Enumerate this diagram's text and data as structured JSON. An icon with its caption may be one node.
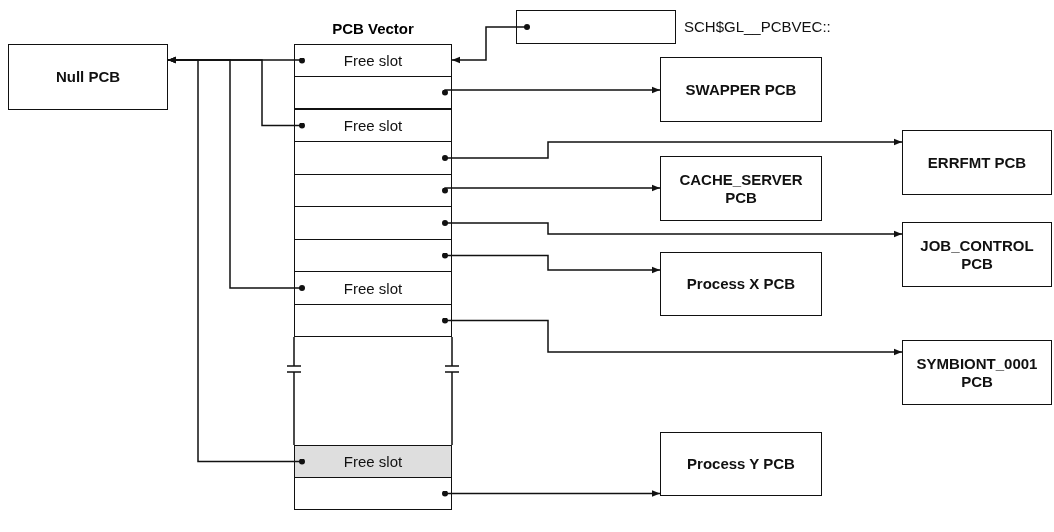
{
  "diagram": {
    "nodes": [
      {
        "text": [
          "Null PCB"
        ]
      },
      {
        "text": [
          "PCB Vector"
        ]
      },
      {
        "text": [
          "Free slot"
        ],
        "in": 1
      },
      {
        "text": [],
        "shape": "box",
        "in": 1
      },
      {
        "text": [
          "Free slot"
        ],
        "in": 1
      },
      {
        "text": [],
        "shape": "box",
        "in": 1
      },
      {
        "text": [],
        "shape": "box",
        "in": 1
      },
      {
        "text": [],
        "shape": "box",
        "in": 1
      },
      {
        "text": [],
        "shape": "box",
        "in": 1
      },
      {
        "text": [
          "Free slot"
        ],
        "in": 1
      },
      {
        "text": [],
        "shape": "box",
        "in": 1
      },
      {
        "text": [
          "Free slot"
        ],
        "in": 1
      },
      {
        "text": [],
        "shape": "box",
        "in": 1
      },
      {
        "text": [],
        "shape": "box",
        "beside": [
          "SCH$GL__PCBVEC::"
        ]
      },
      {
        "text": [
          "SWAPPER PCB"
        ]
      },
      {
        "text": [
          "ERRFMT PCB"
        ]
      },
      {
        "text": [
          "CACHE_SERVER PCB"
        ]
      },
      {
        "text": [
          "JOB_CONTROL PCB"
        ]
      },
      {
        "text": [
          "Process X PCB"
        ]
      },
      {
        "text": [
          "SYMBIONT_0001 PCB"
        ]
      },
      {
        "text": [
          "Process Y PCB"
        ]
      }
    ],
    "edges": [
      {
        "from": 13,
        "to": 2,
        "arrow": "to"
      },
      {
        "from": 2,
        "to": 0,
        "arrow": "to"
      },
      {
        "from": 4,
        "to": 0,
        "arrow": "to"
      },
      {
        "from": 9,
        "to": 0,
        "arrow": "to"
      },
      {
        "from": 11,
        "to": 0,
        "arrow": "to"
      },
      {
        "from": 3,
        "to": 14,
        "arrow": "to"
      },
      {
        "from": 5,
        "to": 15,
        "arrow": "to"
      },
      {
        "from": 6,
        "to": 16,
        "arrow": "to"
      },
      {
        "from": 7,
        "to": 17,
        "arrow": "to"
      },
      {
        "from": 8,
        "to": 18,
        "arrow": "to"
      },
      {
        "from": 10,
        "to": 19,
        "arrow": "to"
      },
      {
        "from": 12,
        "to": 20,
        "arrow": "to"
      }
    ]
  }
}
